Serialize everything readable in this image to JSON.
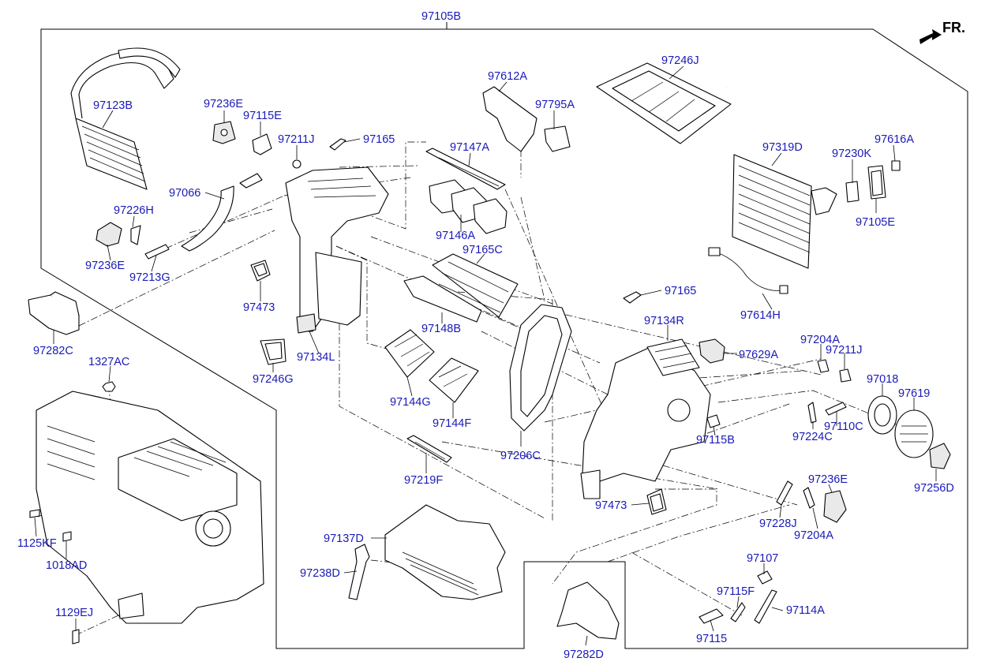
{
  "diagram": {
    "direction_label": "FR.",
    "assembly_label": "97105B",
    "callouts": [
      {
        "id": "c-97105B",
        "text": "97105B"
      },
      {
        "id": "c-97123B",
        "text": "97123B"
      },
      {
        "id": "c-97236E-a",
        "text": "97236E"
      },
      {
        "id": "c-97115E",
        "text": "97115E"
      },
      {
        "id": "c-97211J-a",
        "text": "97211J"
      },
      {
        "id": "c-97165-a",
        "text": "97165"
      },
      {
        "id": "c-97612A",
        "text": "97612A"
      },
      {
        "id": "c-97795A",
        "text": "97795A"
      },
      {
        "id": "c-97246J",
        "text": "97246J"
      },
      {
        "id": "c-97147A",
        "text": "97147A"
      },
      {
        "id": "c-97319D",
        "text": "97319D"
      },
      {
        "id": "c-97230K",
        "text": "97230K"
      },
      {
        "id": "c-97616A",
        "text": "97616A"
      },
      {
        "id": "c-97105E",
        "text": "97105E"
      },
      {
        "id": "c-97066",
        "text": "97066"
      },
      {
        "id": "c-97226H",
        "text": "97226H"
      },
      {
        "id": "c-97146A",
        "text": "97146A"
      },
      {
        "id": "c-97236E-b",
        "text": "97236E"
      },
      {
        "id": "c-97213G",
        "text": "97213G"
      },
      {
        "id": "c-97165C",
        "text": "97165C"
      },
      {
        "id": "c-97614H",
        "text": "97614H"
      },
      {
        "id": "c-97473-a",
        "text": "97473"
      },
      {
        "id": "c-97165-b",
        "text": "97165"
      },
      {
        "id": "c-97282C",
        "text": "97282C"
      },
      {
        "id": "c-97148B",
        "text": "97148B"
      },
      {
        "id": "c-97134R",
        "text": "97134R"
      },
      {
        "id": "c-97134L",
        "text": "97134L"
      },
      {
        "id": "c-97246G",
        "text": "97246G"
      },
      {
        "id": "c-97629A",
        "text": "97629A"
      },
      {
        "id": "c-97204A-a",
        "text": "97204A"
      },
      {
        "id": "c-97211J-b",
        "text": "97211J"
      },
      {
        "id": "c-1327AC",
        "text": "1327AC"
      },
      {
        "id": "c-97018",
        "text": "97018"
      },
      {
        "id": "c-97619",
        "text": "97619"
      },
      {
        "id": "c-97144G",
        "text": "97144G"
      },
      {
        "id": "c-97144F",
        "text": "97144F"
      },
      {
        "id": "c-97110C",
        "text": "97110C"
      },
      {
        "id": "c-97224C",
        "text": "97224C"
      },
      {
        "id": "c-97115B",
        "text": "97115B"
      },
      {
        "id": "c-97206C",
        "text": "97206C"
      },
      {
        "id": "c-97219F",
        "text": "97219F"
      },
      {
        "id": "c-97256D",
        "text": "97256D"
      },
      {
        "id": "c-97236E-c",
        "text": "97236E"
      },
      {
        "id": "c-97473-b",
        "text": "97473"
      },
      {
        "id": "c-97228J",
        "text": "97228J"
      },
      {
        "id": "c-97204A-b",
        "text": "97204A"
      },
      {
        "id": "c-97137D",
        "text": "97137D"
      },
      {
        "id": "c-1125KF",
        "text": "1125KF"
      },
      {
        "id": "c-1018AD",
        "text": "1018AD"
      },
      {
        "id": "c-97238D",
        "text": "97238D"
      },
      {
        "id": "c-97107",
        "text": "97107"
      },
      {
        "id": "c-97115F",
        "text": "97115F"
      },
      {
        "id": "c-97114A",
        "text": "97114A"
      },
      {
        "id": "c-1129EJ",
        "text": "1129EJ"
      },
      {
        "id": "c-97115",
        "text": "97115"
      },
      {
        "id": "c-97282D",
        "text": "97282D"
      }
    ],
    "colors": {
      "callout": "#1a1ab8",
      "line": "#000000",
      "background": "#ffffff"
    }
  }
}
